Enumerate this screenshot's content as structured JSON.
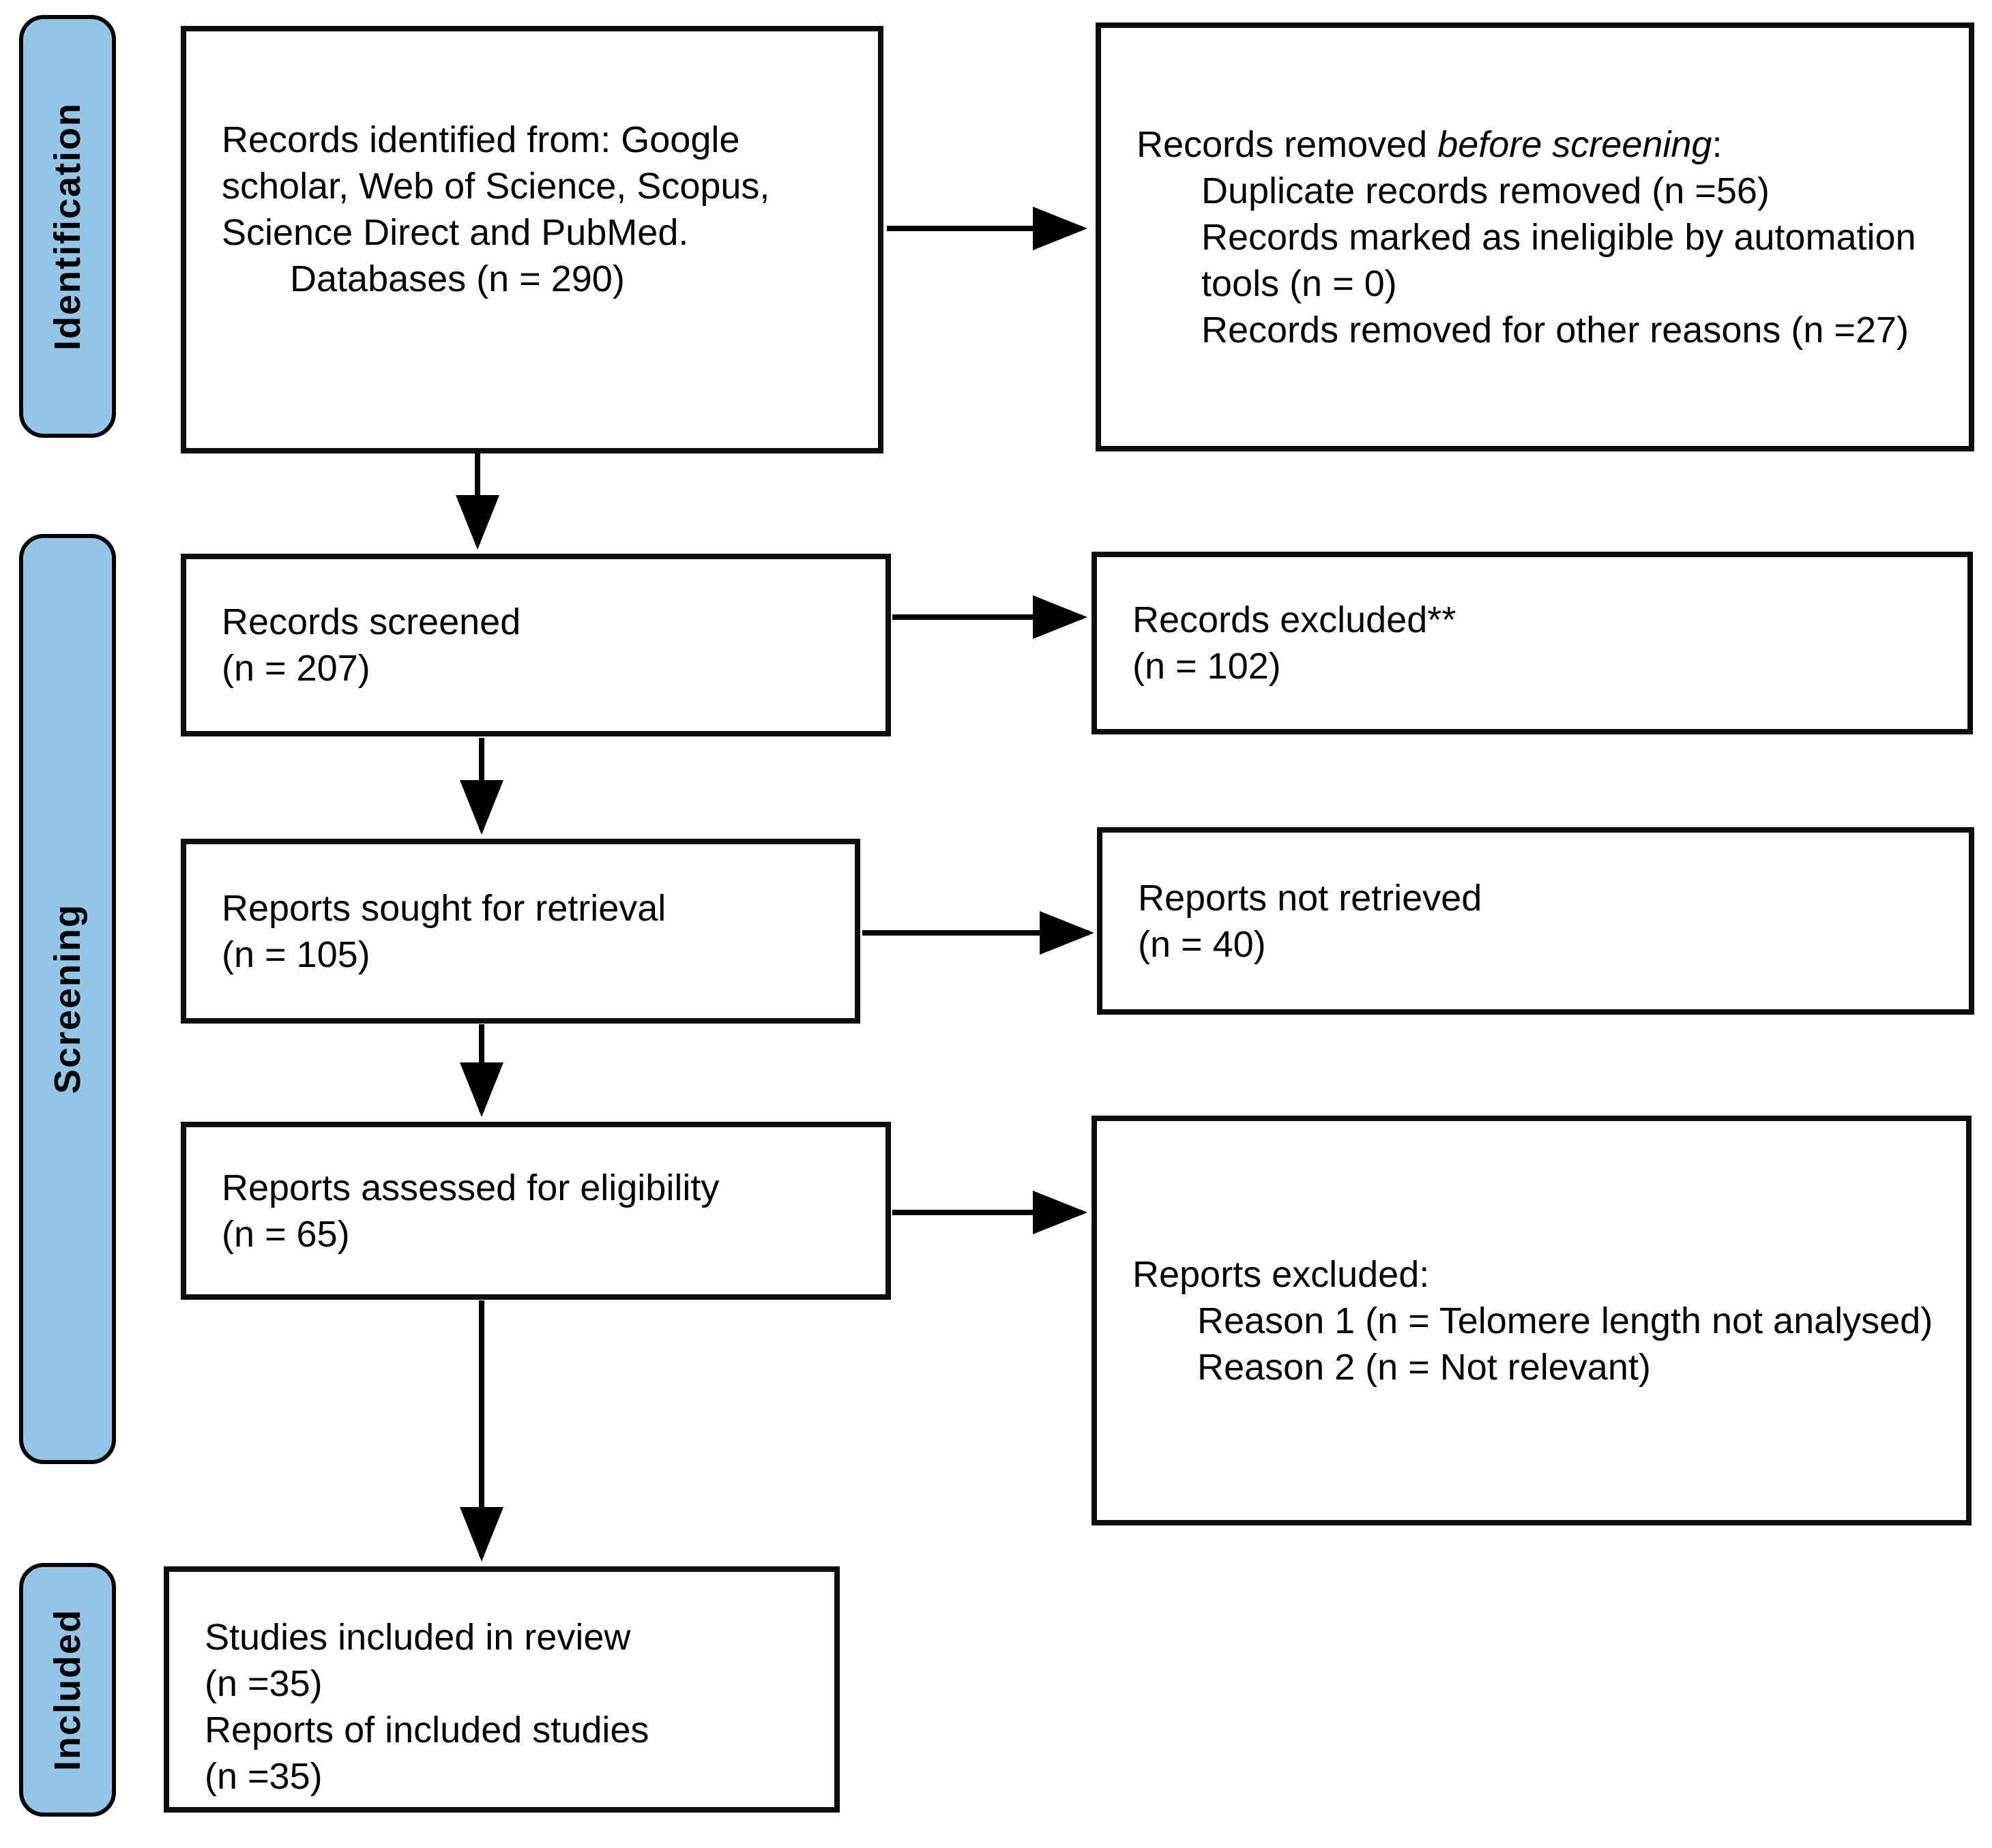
{
  "theme": {
    "stage_fill": "#92c5e8",
    "stage_border": "#000000",
    "box_border": "#0d0d0d",
    "arrow_color": "#000000",
    "background": "#ffffff",
    "text_color": "#000000"
  },
  "stages": {
    "identification": "Identification",
    "screening": "Screening",
    "included": "Included"
  },
  "boxes": {
    "records_identified": {
      "main": "Records identified from: Google scholar, Web of Science, Scopus, Science Direct and PubMed.",
      "indented": "Databases (n = 290)"
    },
    "records_removed": {
      "intro_prefix": "Records removed ",
      "intro_italic": "before screening",
      "intro_suffix": ":",
      "items": [
        "Duplicate records removed (n =56)",
        "Records marked as ineligible by automation tools (n = 0)",
        "Records removed for other reasons (n =27)"
      ]
    },
    "records_screened": {
      "title": "Records screened",
      "count": "(n = 207)"
    },
    "records_excluded": {
      "title": "Records excluded**",
      "count": "(n = 102)"
    },
    "reports_sought": {
      "title": "Reports sought for retrieval",
      "count": "(n = 105)"
    },
    "reports_not_retrieved": {
      "title": "Reports not retrieved",
      "count": "(n = 40)"
    },
    "reports_assessed": {
      "title": "Reports assessed for eligibility",
      "count": "(n = 65)"
    },
    "reports_excluded": {
      "intro": "Reports excluded:",
      "items": [
        "Reason 1 (n = Telomere length not analysed)",
        "Reason 2 (n = Not relevant)"
      ]
    },
    "studies_included": {
      "lines": [
        "Studies included in review",
        "(n =35)",
        "Reports of included studies",
        "(n =35)"
      ]
    }
  }
}
